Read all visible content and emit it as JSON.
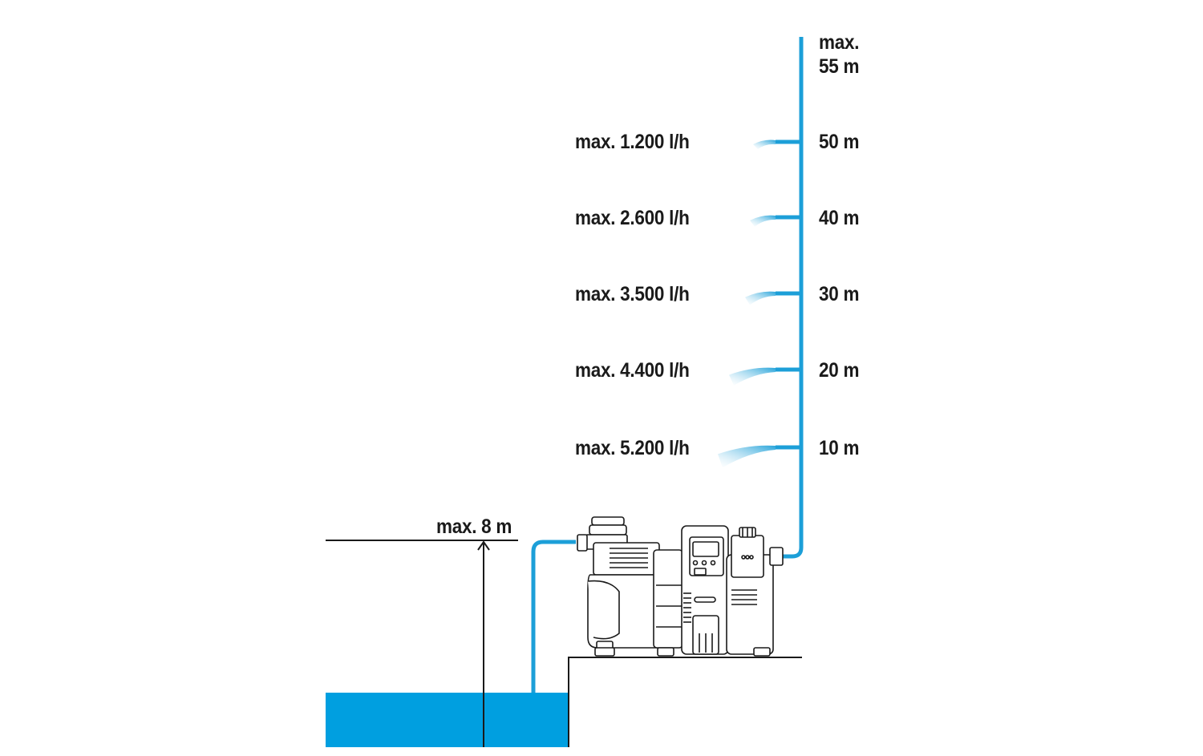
{
  "colors": {
    "pipe": "#1c9fd8",
    "water": "#009fe0",
    "outline": "#1a1a1a",
    "spray": "#8fd0f0",
    "background": "#ffffff"
  },
  "delivery_height": {
    "top_label_line1": "max.",
    "top_label_line2": "55 m",
    "levels": [
      {
        "height": "50 m",
        "flow": "max. 1.200 l/h"
      },
      {
        "height": "40 m",
        "flow": "max. 2.600 l/h"
      },
      {
        "height": "30 m",
        "flow": "max. 3.500 l/h"
      },
      {
        "height": "20 m",
        "flow": "max. 4.400 l/h"
      },
      {
        "height": "10 m",
        "flow": "max. 5.200 l/h"
      }
    ]
  },
  "suction": {
    "label": "max. 8 m"
  },
  "pump": {
    "icon": "garden-pump-icon"
  }
}
